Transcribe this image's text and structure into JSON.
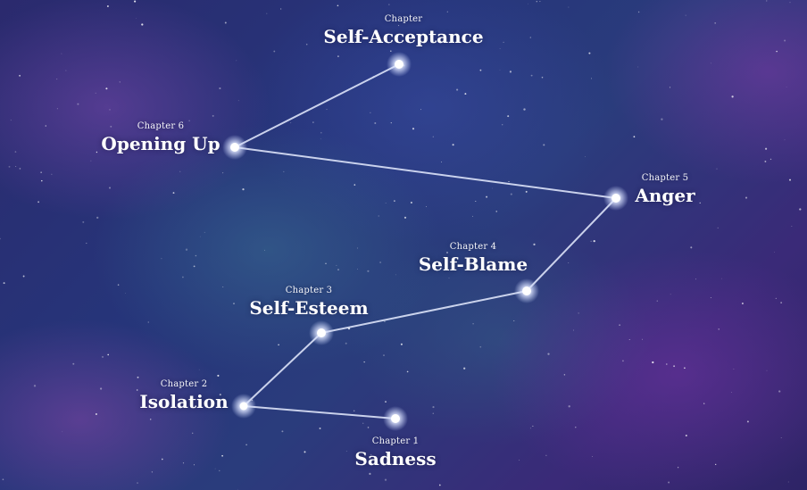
{
  "theme": {
    "line_color": "#e6ecff",
    "star_color": "#ffffff",
    "glow_color": "#c9d6ff"
  },
  "chapters": [
    {
      "chapter": "Chapter 1",
      "title": "Sadness"
    },
    {
      "chapter": "Chapter 2",
      "title": "Isolation"
    },
    {
      "chapter": "Chapter 3",
      "title": "Self-Esteem"
    },
    {
      "chapter": "Chapter 4",
      "title": "Self-Blame"
    },
    {
      "chapter": "Chapter 5",
      "title": "Anger"
    },
    {
      "chapter": "Chapter 6",
      "title": "Opening Up"
    },
    {
      "chapter": "Chapter",
      "title": "Self-Acceptance"
    }
  ]
}
